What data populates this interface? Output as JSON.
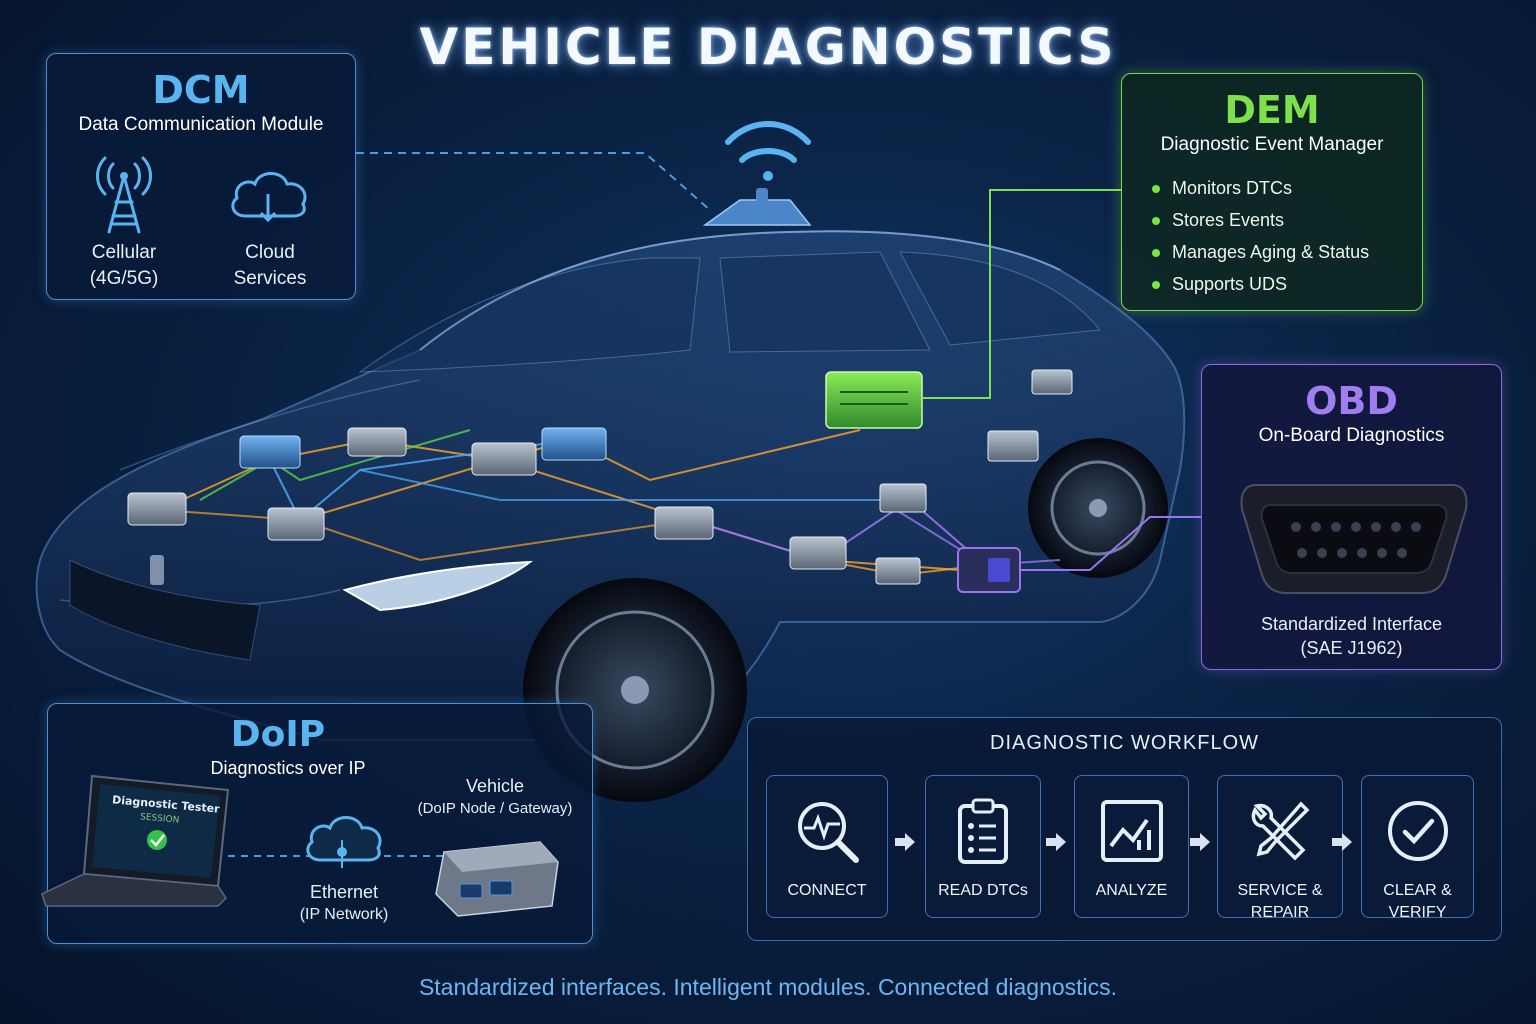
{
  "title": "VEHICLE DIAGNOSTICS",
  "dcm": {
    "heading": "DCM",
    "subtitle": "Data Communication Module",
    "cellular_line1": "Cellular",
    "cellular_line2": "(4G/5G)",
    "cloud_line1": "Cloud",
    "cloud_line2": "Services"
  },
  "dem": {
    "heading": "DEM",
    "subtitle": "Diagnostic Event Manager",
    "items": [
      "Monitors DTCs",
      "Stores Events",
      "Manages Aging & Status",
      "Supports UDS"
    ]
  },
  "obd": {
    "heading": "OBD",
    "subtitle": "On-Board Diagnostics",
    "interface_line1": "Standardized Interface",
    "interface_line2": "(SAE J1962)"
  },
  "doip": {
    "heading": "DoIP",
    "subtitle": "Diagnostics over IP",
    "laptop_title": "Diagnostic Tester",
    "laptop_session": "SESSION",
    "vehicle_line1": "Vehicle",
    "vehicle_line2": "(DoIP Node / Gateway)",
    "ethernet_line1": "Ethernet",
    "ethernet_line2": "(IP Network)"
  },
  "workflow": {
    "title": "DIAGNOSTIC WORKFLOW",
    "steps": [
      {
        "line1": "CONNECT",
        "line2": "",
        "icon": "magnifier-pulse-icon"
      },
      {
        "line1": "READ DTCs",
        "line2": "",
        "icon": "clipboard-checklist-icon"
      },
      {
        "line1": "ANALYZE",
        "line2": "",
        "icon": "chart-icon"
      },
      {
        "line1": "SERVICE &",
        "line2": "REPAIR",
        "icon": "tools-icon"
      },
      {
        "line1": "CLEAR &",
        "line2": "VERIFY",
        "icon": "check-circle-icon"
      }
    ]
  },
  "footer": "Standardized interfaces. Intelligent modules. Connected diagnostics.",
  "colors": {
    "background": "#0b2447",
    "dcm_accent": "#5ab4f0",
    "dem_accent": "#7ee04a",
    "obd_accent": "#a07ef0",
    "doip_accent": "#5ab4f0"
  }
}
